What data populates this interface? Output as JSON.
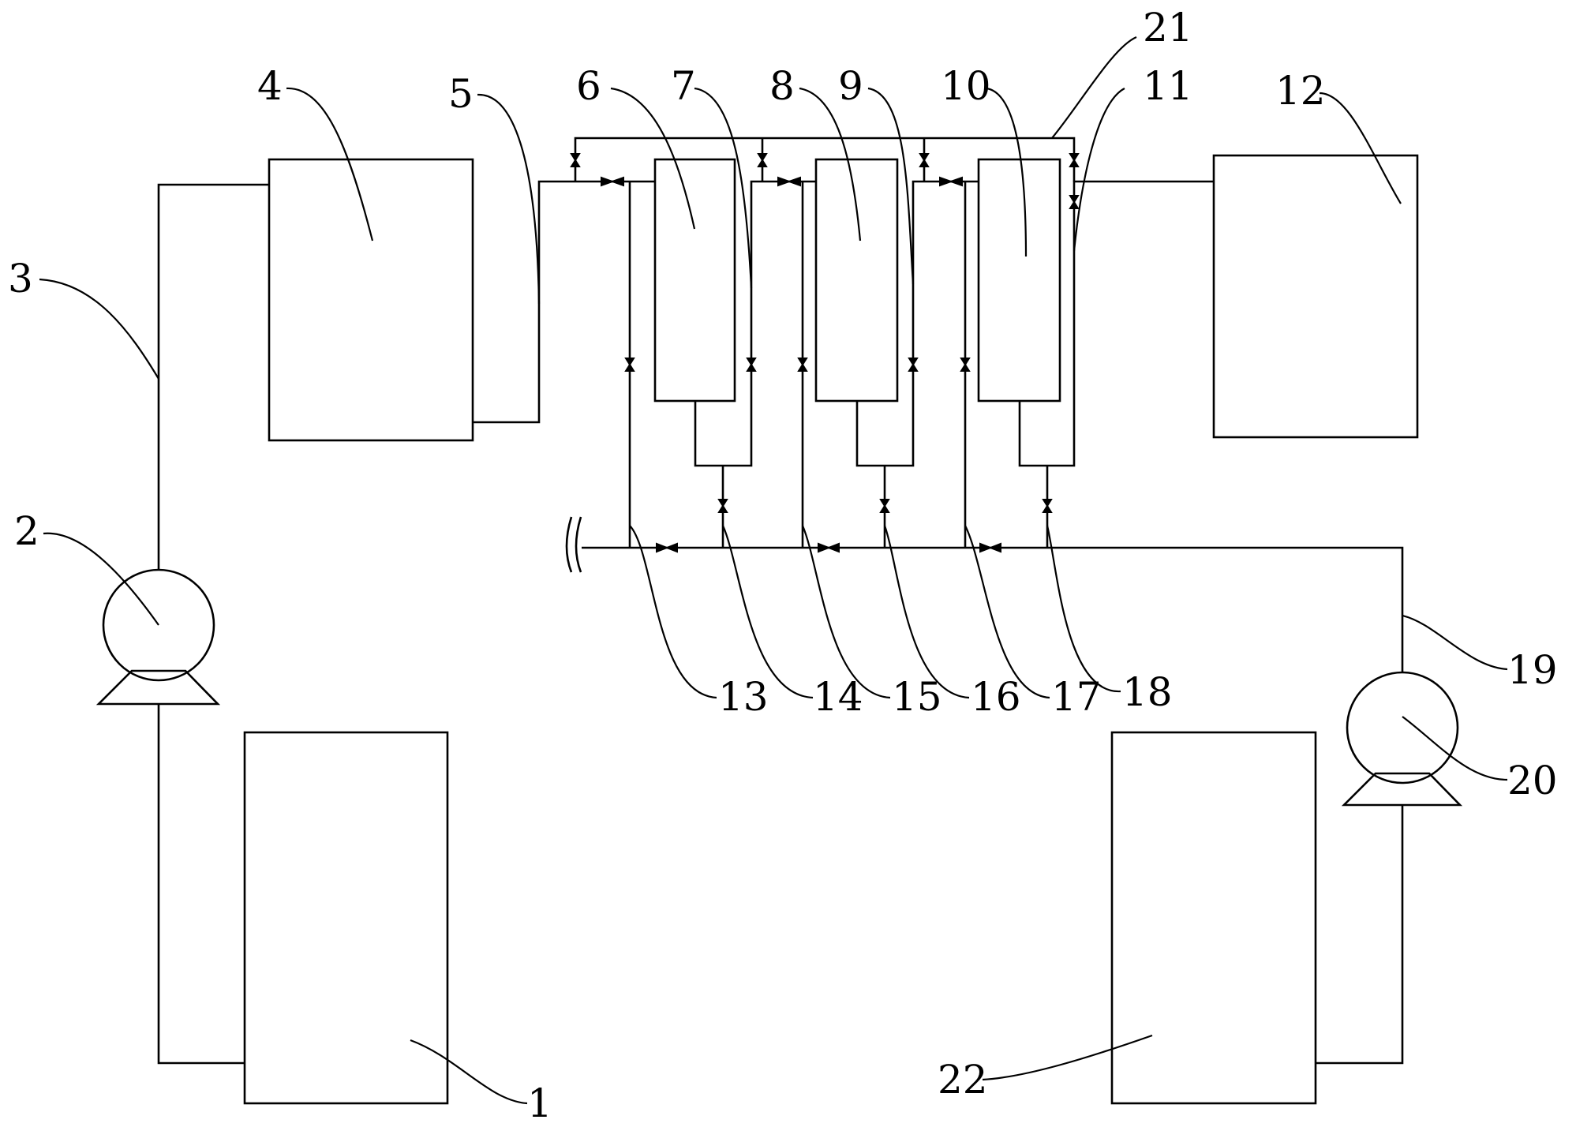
{
  "labels": {
    "l1": "1",
    "l2": "2",
    "l3": "3",
    "l4": "4",
    "l5": "5",
    "l6": "6",
    "l7": "7",
    "l8": "8",
    "l9": "9",
    "l10": "10",
    "l11": "11",
    "l12": "12",
    "l13": "13",
    "l14": "14",
    "l15": "15",
    "l16": "16",
    "l17": "17",
    "l18": "18",
    "l19": "19",
    "l20": "20",
    "l21": "21",
    "l22": "22"
  }
}
